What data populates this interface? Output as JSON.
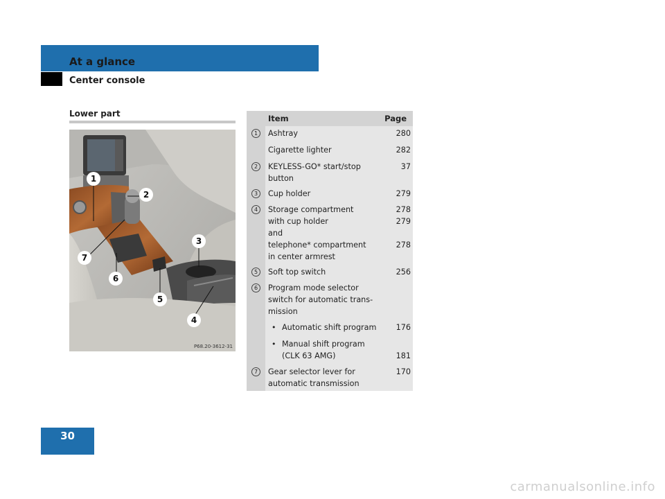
{
  "header": {
    "title": "At a glance",
    "subtitle": "Center console"
  },
  "section": {
    "title": "Lower part"
  },
  "photo": {
    "code": "P68.20-3612-31",
    "callouts": [
      "1",
      "2",
      "3",
      "4",
      "5",
      "6",
      "7"
    ]
  },
  "table": {
    "col_item": "Item",
    "col_page": "Page",
    "rows": [
      {
        "num": "1",
        "item": "Ashtray",
        "page": "280"
      },
      {
        "num": "",
        "item": "Cigarette lighter",
        "page": "282"
      },
      {
        "num": "2",
        "item_l1": "KEYLESS-GO* start/stop",
        "item_l2": "button",
        "page": "37"
      },
      {
        "num": "3",
        "item": "Cup holder",
        "page": "279"
      },
      {
        "num": "4",
        "item_l1": "Storage compartment",
        "item_l2": "with cup holder",
        "item_l3": "and",
        "item_l4": "telephone* compartment",
        "item_l5": "in center armrest",
        "page_1": "278",
        "page_2": "279",
        "page_3": "278"
      },
      {
        "num": "5",
        "item": "Soft top switch",
        "page": "256"
      },
      {
        "num": "6",
        "item_l1": "Program mode selector",
        "item_l2": "switch for automatic trans-",
        "item_l3": "mission"
      },
      {
        "bullet": "•",
        "item": "Automatic shift program",
        "page": "176"
      },
      {
        "bullet": "•",
        "item_l1": "Manual shift program",
        "item_l2": "(CLK 63 AMG)",
        "page": "181"
      },
      {
        "num": "7",
        "item_l1": "Gear selector lever for",
        "item_l2": "automatic transmission",
        "page": "170"
      }
    ]
  },
  "footer": {
    "page_number": "30"
  },
  "watermark": "carmanualsonline.info"
}
